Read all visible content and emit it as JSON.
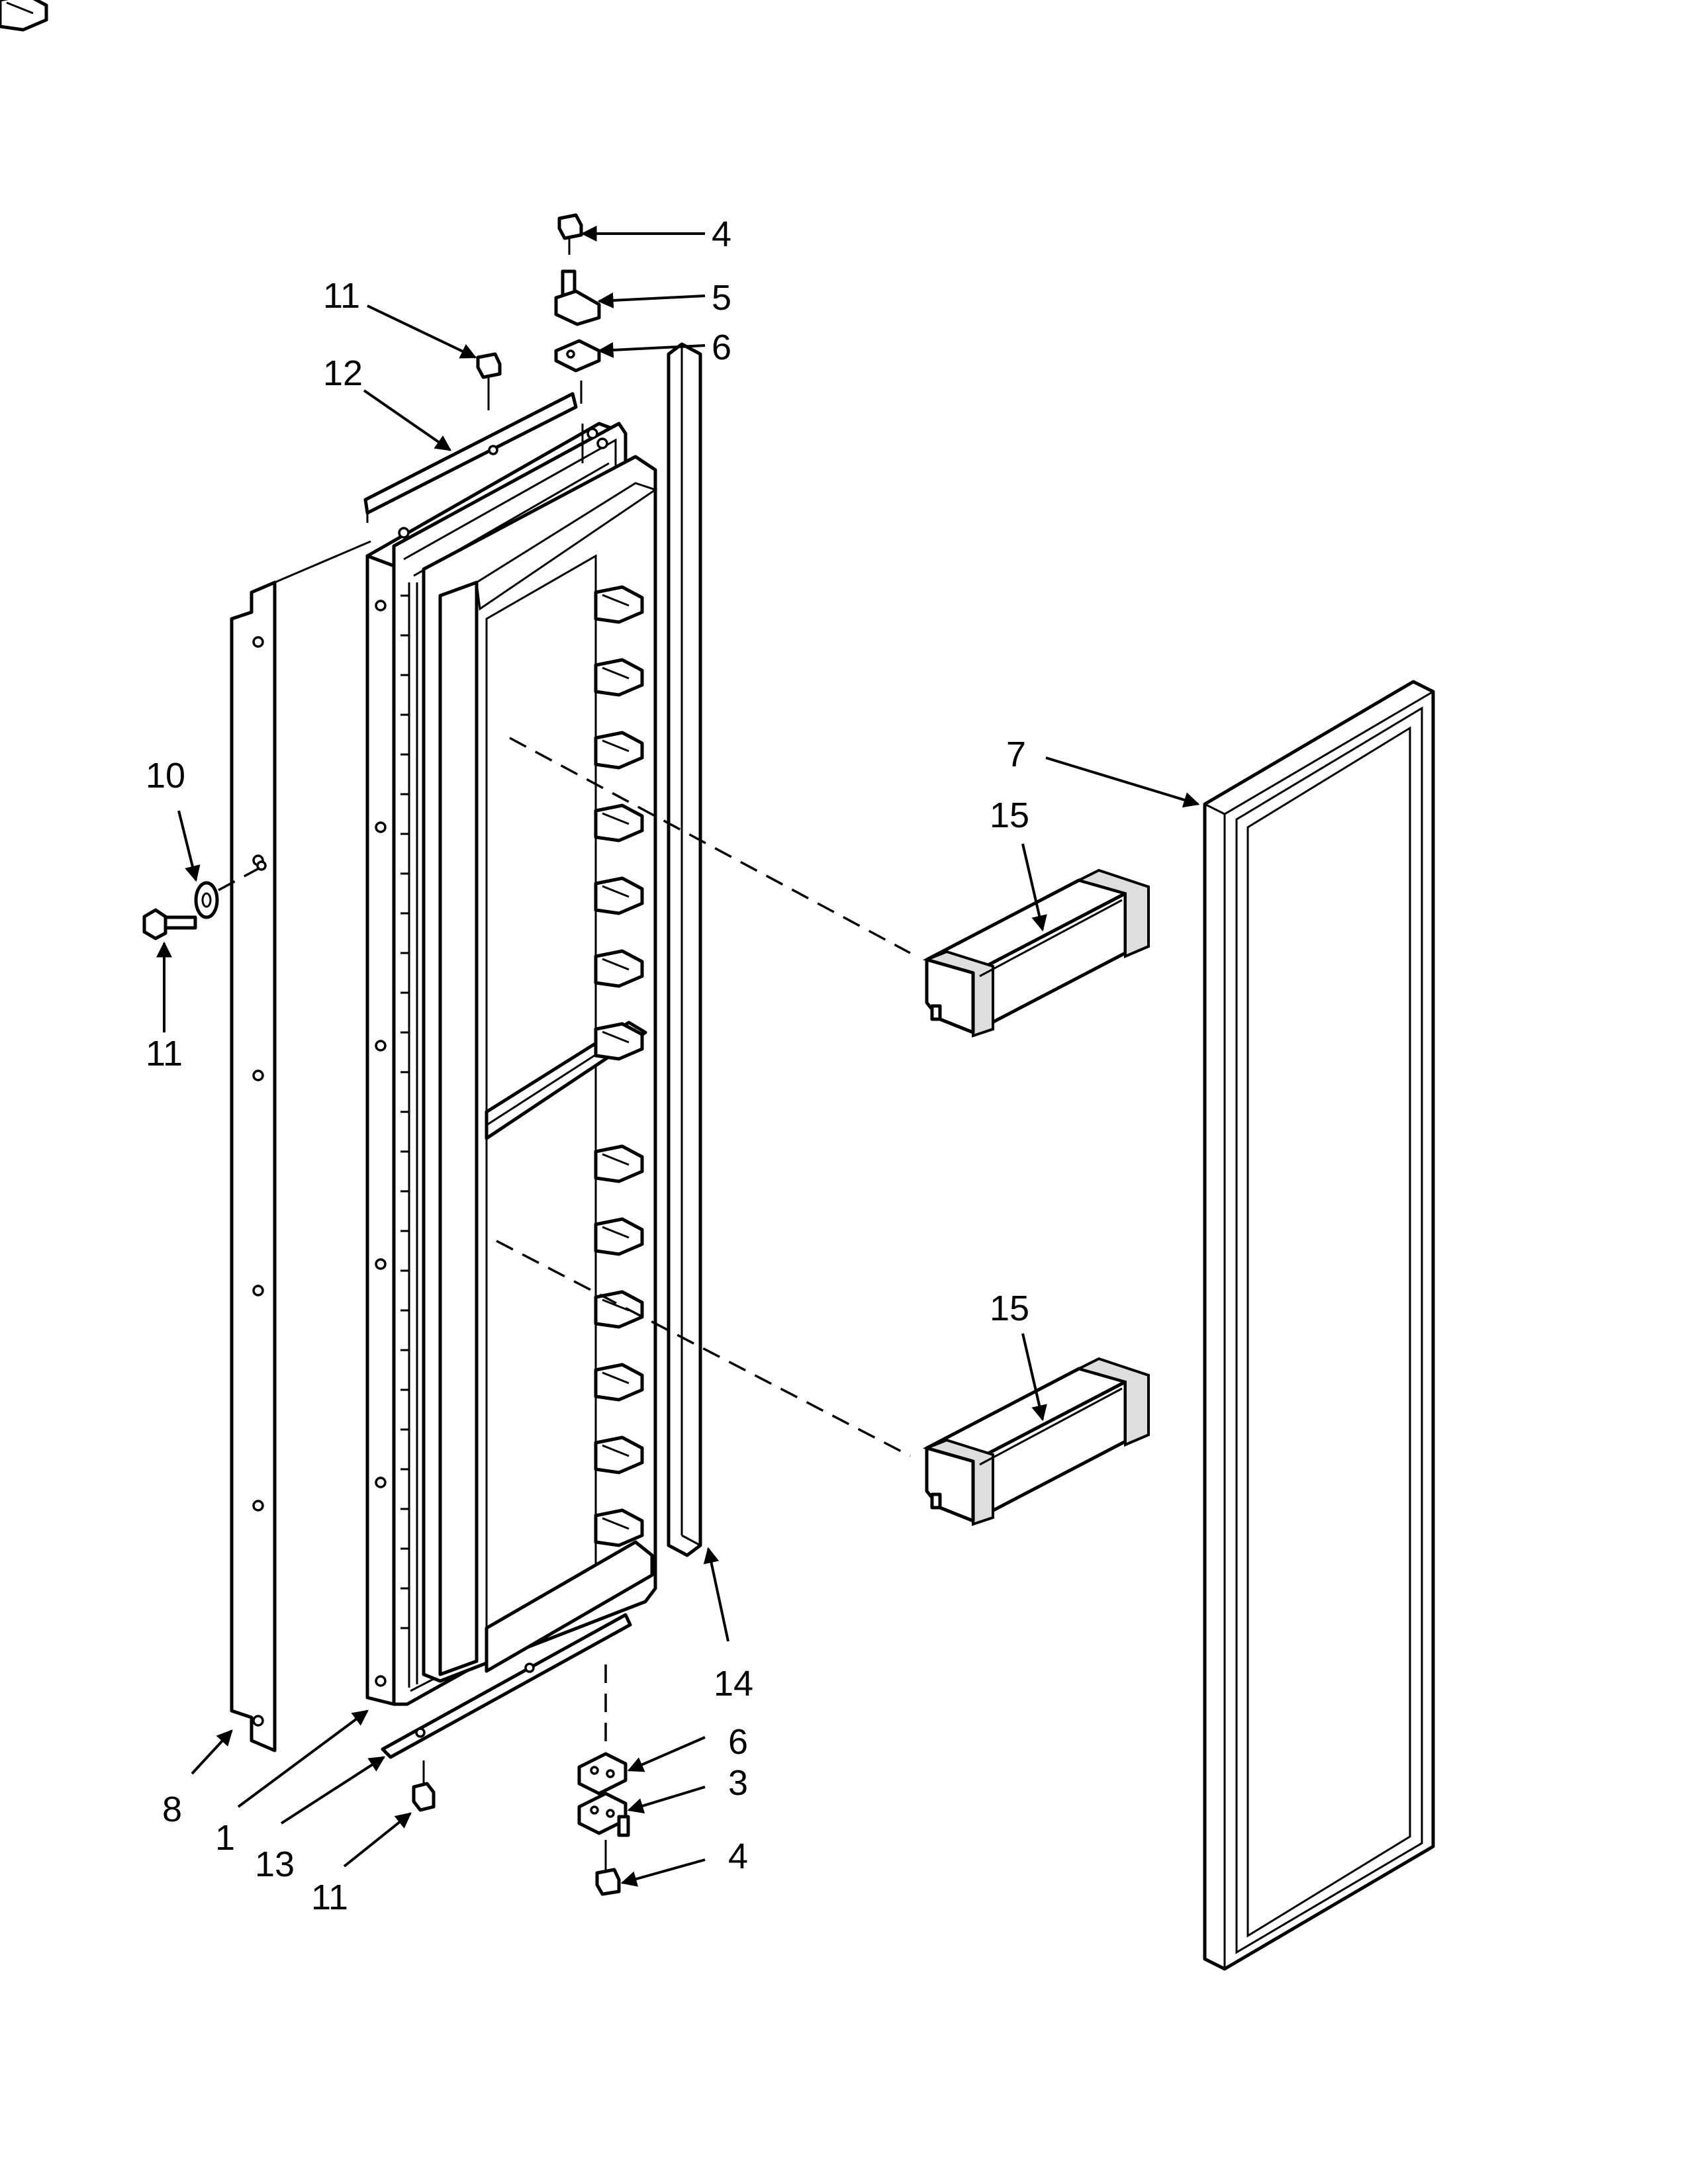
{
  "callouts": [
    {
      "id": "c4-top",
      "text": "4"
    },
    {
      "id": "c5",
      "text": "5"
    },
    {
      "id": "c6-top",
      "text": "6"
    },
    {
      "id": "c11-top",
      "text": "11"
    },
    {
      "id": "c12",
      "text": "12"
    },
    {
      "id": "c10",
      "text": "10"
    },
    {
      "id": "c11-left",
      "text": "11"
    },
    {
      "id": "c7",
      "text": "7"
    },
    {
      "id": "c15-upper",
      "text": "15"
    },
    {
      "id": "c15-lower",
      "text": "15"
    },
    {
      "id": "c14",
      "text": "14"
    },
    {
      "id": "c6-bottom",
      "text": "6"
    },
    {
      "id": "c3",
      "text": "3"
    },
    {
      "id": "c4-bottom",
      "text": "4"
    },
    {
      "id": "c8",
      "text": "8"
    },
    {
      "id": "c1",
      "text": "1"
    },
    {
      "id": "c13",
      "text": "13"
    },
    {
      "id": "c11-bottom",
      "text": "11"
    }
  ]
}
